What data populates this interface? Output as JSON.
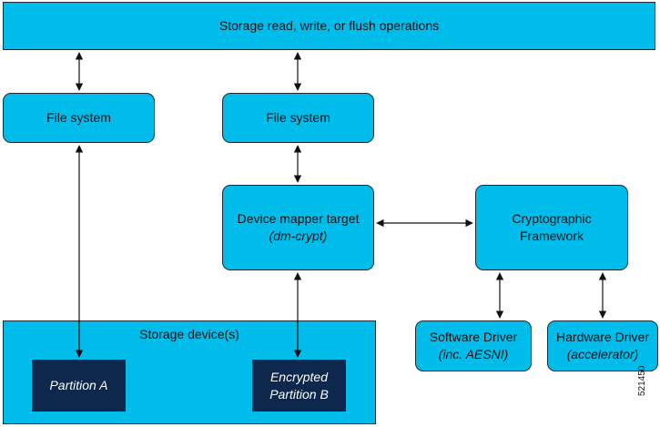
{
  "top_bar": {
    "label": "Storage read, write, or flush operations"
  },
  "fs_left": {
    "label": "File system"
  },
  "fs_right": {
    "label": "File system"
  },
  "dm_target": {
    "line1": "Device mapper target",
    "line2": "(dm-crypt)"
  },
  "crypto": {
    "line1": "Cryptographic",
    "line2": "Framework"
  },
  "sw_driver": {
    "line1": "Software Driver",
    "line2": "(inc. AESNI)"
  },
  "hw_driver": {
    "line1": "Hardware Driver",
    "line2": "(accelerator)"
  },
  "storage": {
    "label": "Storage device(s)",
    "partition_a": "Partition A",
    "partition_b_line1": "Encrypted",
    "partition_b_line2": "Partition B"
  },
  "figure_id": "521450"
}
